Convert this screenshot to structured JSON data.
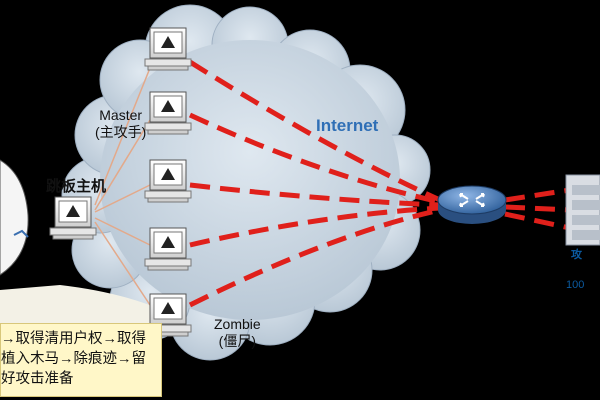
{
  "labels": {
    "internet": "Internet",
    "master_line1": "Master",
    "master_line2": "(主攻手)",
    "zombie_line1": "Zombie",
    "zombie_line2": "(僵尸)",
    "springboard": "跳板主机",
    "target_partial": "攻",
    "target_sub_partial": "100"
  },
  "note": {
    "lines": [
      "→取得清用户权→取得",
      "植入木马→除痕迹→留",
      "好攻击准备"
    ]
  },
  "icons": {
    "computer": "computer-icon",
    "router": "router-icon",
    "server": "server-icon"
  },
  "colors": {
    "background": "#000000",
    "cloud": "#c9d6e3",
    "attack_line": "#e0201b",
    "control_line": "#e3a98a",
    "internet_text": "#2f6fb6",
    "note_bg": "#fff7c8"
  }
}
